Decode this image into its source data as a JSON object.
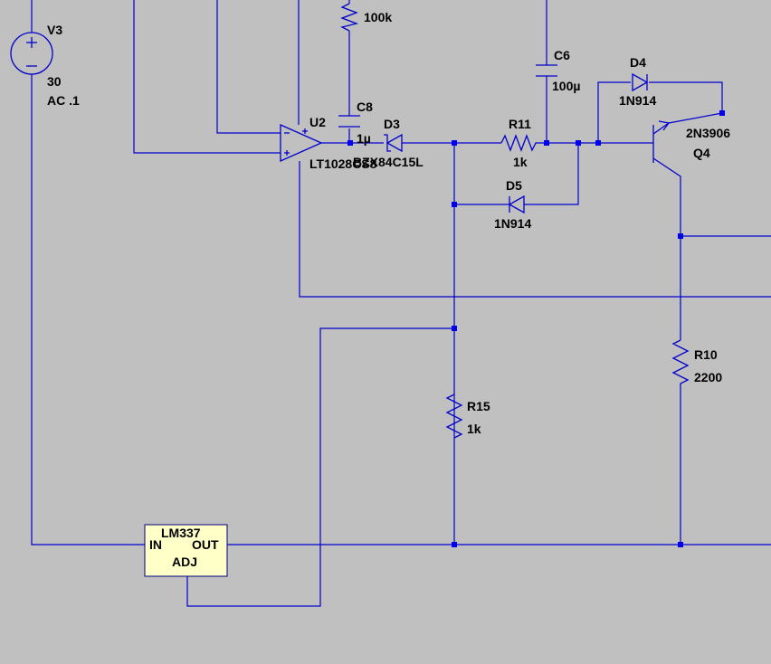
{
  "schematic": {
    "v3": {
      "ref": "V3",
      "value": "30",
      "ac": "AC .1"
    },
    "r_top": {
      "value": "100k"
    },
    "c6": {
      "ref": "C6",
      "value": "100µ"
    },
    "d4": {
      "ref": "D4",
      "value": "1N914"
    },
    "u2": {
      "ref": "U2",
      "value": "LT1028CS8"
    },
    "c8": {
      "ref": "C8",
      "value": "1µ"
    },
    "d3": {
      "ref": "D3",
      "value": "BZX84C15L"
    },
    "r11": {
      "ref": "R11",
      "value": "1k"
    },
    "q4": {
      "ref": "Q4",
      "value": "2N3906"
    },
    "d5": {
      "ref": "D5",
      "value": "1N914"
    },
    "r10": {
      "ref": "R10",
      "value": "2200"
    },
    "r15": {
      "ref": "R15",
      "value": "1k"
    },
    "lm337": {
      "name": "LM337",
      "pin_in": "IN",
      "pin_out": "OUT",
      "pin_adj": "ADJ"
    }
  },
  "colors": {
    "background": "#c0c0c0",
    "wire": "#0000cc",
    "node": "#0000ee",
    "ic_fill": "#ffffc8"
  }
}
